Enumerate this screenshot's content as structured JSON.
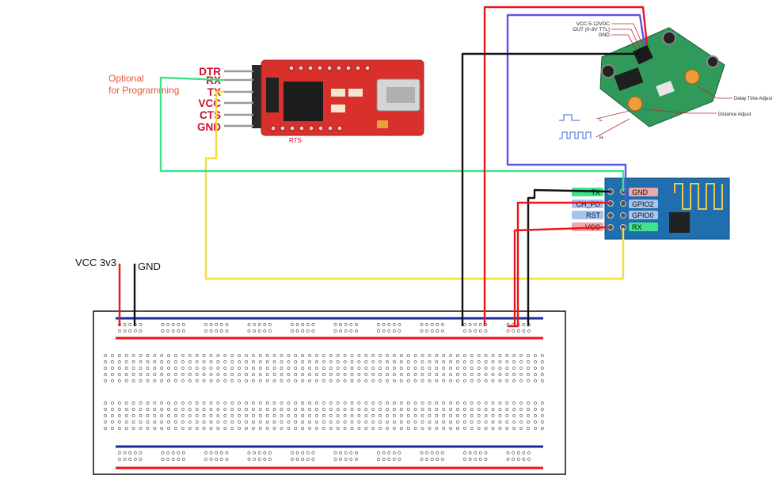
{
  "colors": {
    "wire_red": "#e8151b",
    "wire_black": "#111111",
    "wire_blue": "#5a55e6",
    "wire_green": "#3ee38a",
    "wire_yellow": "#f4de3a",
    "ftdi_board": "#d9302c",
    "pir_board": "#2f9a5a",
    "esp_board": "#1f6fae",
    "optional_text": "#e8553b",
    "ftdi_pin_text": "#c8102e"
  },
  "power_labels": {
    "vcc": "VCC 3v3",
    "gnd": "GND"
  },
  "optional_note": {
    "line1": "Optional",
    "line2": "for Programming"
  },
  "ftdi": {
    "pins": [
      "DTR",
      "RX",
      "TX",
      "VCC",
      "CTS",
      "GND"
    ],
    "rts_label": "RTS"
  },
  "pir": {
    "pin_labels": [
      "VCC 5-12VDC",
      "OUT (0-3V TTL)",
      "GND"
    ],
    "delay_label": "Delay Time Adjust",
    "distance_label": "Distance Adjust",
    "signal_low": "L",
    "signal_high": "H"
  },
  "esp": {
    "left_pins": [
      "TX",
      "CH_PD",
      "RST",
      "VCC"
    ],
    "right_pins": [
      "GND",
      "GPIO2",
      "GPIO0",
      "RX"
    ]
  }
}
